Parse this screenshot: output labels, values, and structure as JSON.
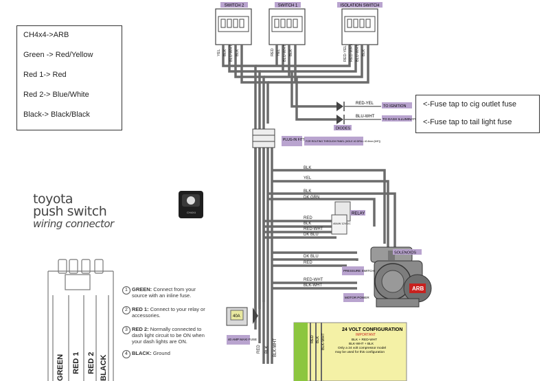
{
  "mapping_note": {
    "lines": [
      "CH4x4->ARB",
      "Green -> Red/Yellow",
      "Red 1-> Red",
      "Red 2-> Blue/White",
      "Black-> Black/Black"
    ]
  },
  "fuse_note": {
    "lines": [
      "<-Fuse tap to cig outlet fuse",
      "<-Fuse tap to tail light fuse"
    ]
  },
  "switch_labels": [
    "SWITCH 2",
    "SWITCH 1",
    "ISOLATION SWITCH"
  ],
  "switch2_wires": [
    "YEL",
    "BLK",
    "BLU-WHT",
    "BLK"
  ],
  "switch1_wires": [
    "RED",
    "YEL",
    "BLU-WHT",
    "BLK"
  ],
  "iso_wires": [
    "RED-YEL",
    "RED-WHT",
    "BLU-WHT",
    "BLK"
  ],
  "tap_labels": {
    "ignition_wire": "RED-YEL",
    "ignition_dest": "TO IGNITION",
    "illum_wire": "BLU-WHT",
    "illum_dest": "TO DASH ILLUMINATION",
    "diodes": "DIODES"
  },
  "plug_fitting": {
    "label": "PLUG-IN FITTING",
    "note": "FOR ROUTING THROUGH PANEL (HOLE 40 DRILL 40.8mm [5/8\"])"
  },
  "bundle_labels": [
    "BLK",
    "YEL",
    "BLK",
    "DK GRN",
    "RED",
    "BLK",
    "RED-WHT",
    "DK BLU",
    "DK BLU",
    "RED",
    "RED-WHT",
    "BLK-WHT"
  ],
  "component_labels": {
    "relay": "RELAY",
    "relay_body": "40A/W 12V DC",
    "solenoids": "SOLENOIDS",
    "pressure_switch": "PRESSURE SWITCH",
    "motor_power": "MOTOR POWER",
    "fuse": "40 AMP MAXI FUSE",
    "fuse_body": "40A",
    "compressor_badge": "ARB"
  },
  "bottom_wires": [
    "RED",
    "BLK",
    "BLK-WHT"
  ],
  "config_box": {
    "title": "24 VOLT CONFIGURATION",
    "important": "IMPORTANT",
    "lines": [
      "BLK + RED-WHT",
      "BLK-WHT + BLK",
      "Only a 24 volt compressor model",
      "may be used for this configuration"
    ],
    "wires": [
      "RED",
      "BLK",
      "BLK-WHT"
    ]
  },
  "brand": {
    "line1": "toyota",
    "line2": "push switch",
    "line3": "wiring connector"
  },
  "switch_image_label": "CH4X4",
  "connector_labels": [
    "GREEN",
    "RED 1",
    "RED 2",
    "BLACK"
  ],
  "instructions": [
    {
      "num": "1",
      "head": "GREEN:",
      "text": "Connect from your source with an inline fuse."
    },
    {
      "num": "2",
      "head": "RED 1:",
      "text": "Connect to your relay or accessories."
    },
    {
      "num": "3",
      "head": "RED 2:",
      "text": "Normally connected to dash light circuit to be ON when your dash lights are ON."
    },
    {
      "num": "4",
      "head": "BLACK:",
      "text": "Ground"
    }
  ],
  "colors": {
    "wire": "#555555",
    "label_bg": "#b9a4cf",
    "config_bg": "#f4f1a6",
    "config_green": "#8cc63f",
    "badge_red": "#c8211e"
  }
}
